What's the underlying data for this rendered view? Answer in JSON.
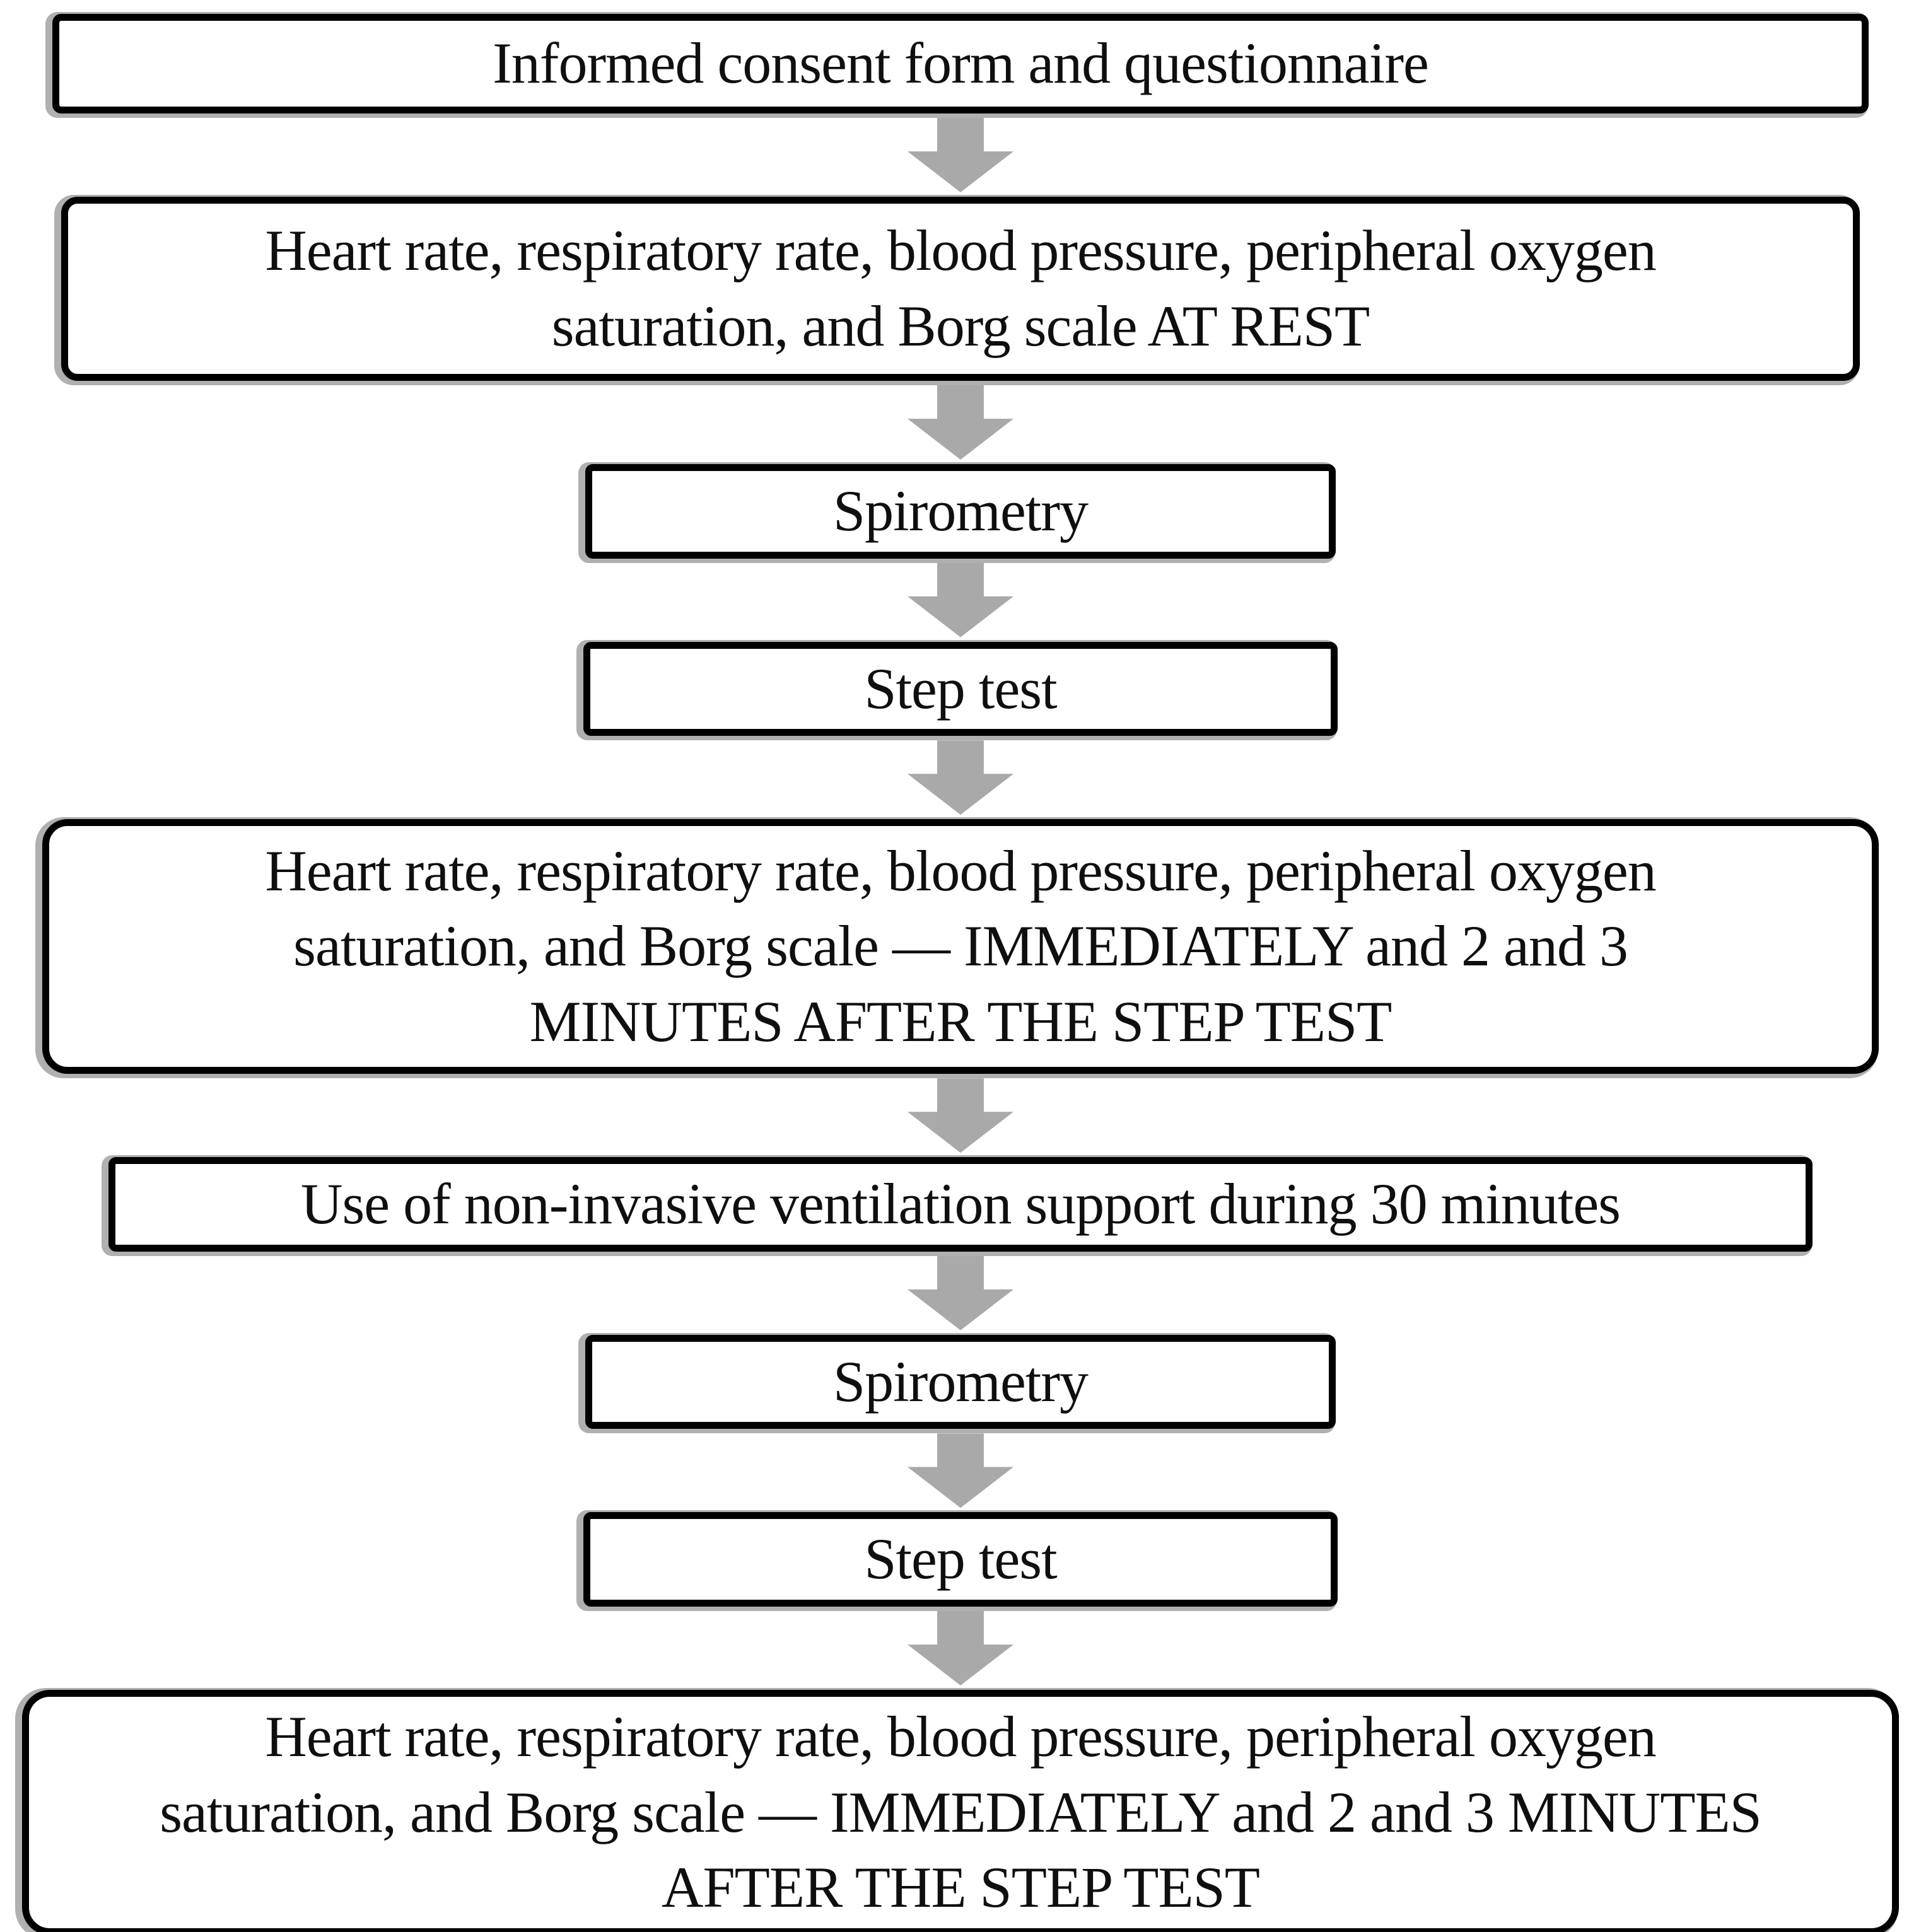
{
  "flow": {
    "type": "flowchart",
    "direction": "top-to-bottom",
    "colors": {
      "background": "#ffffff",
      "node_fill": "#ffffff",
      "node_border": "#000000",
      "node_shadow": "#b0b0b0",
      "arrow": "#a9a9a9",
      "text": "#0f0f0f"
    },
    "nodes": [
      {
        "id": "informed-consent",
        "lines": [
          "Informed consent form and questionnaire"
        ]
      },
      {
        "id": "vitals-at-rest",
        "lines": [
          "Heart rate, respiratory rate, blood pressure, peripheral oxygen",
          "saturation, and Borg scale AT REST"
        ]
      },
      {
        "id": "spirometry-1",
        "lines": [
          "Spirometry"
        ]
      },
      {
        "id": "step-test-1",
        "lines": [
          "Step test"
        ]
      },
      {
        "id": "vitals-after-step-test-1",
        "lines": [
          "Heart rate, respiratory rate, blood pressure, peripheral oxygen",
          "saturation, and Borg scale — IMMEDIATELY and 2 and 3",
          "MINUTES AFTER THE STEP TEST"
        ]
      },
      {
        "id": "niv-support",
        "lines": [
          "Use of non-invasive ventilation support during 30 minutes"
        ]
      },
      {
        "id": "spirometry-2",
        "lines": [
          "Spirometry"
        ]
      },
      {
        "id": "step-test-2",
        "lines": [
          "Step test"
        ]
      },
      {
        "id": "vitals-after-step-test-2",
        "lines": [
          "Heart rate, respiratory rate, blood pressure, peripheral oxygen",
          "saturation, and Borg scale — IMMEDIATELY and 2 and 3 MINUTES",
          "AFTER THE STEP TEST"
        ]
      }
    ]
  }
}
